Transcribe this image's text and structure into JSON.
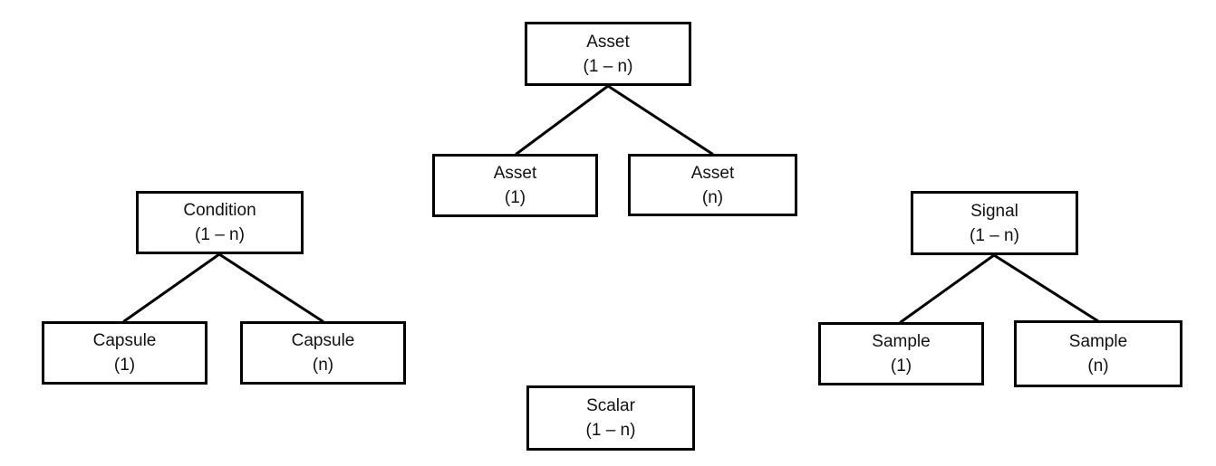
{
  "diagram": {
    "background_color": "#ffffff",
    "stroke_color": "#000000",
    "text_color": "#111111",
    "nodes": {
      "asset_parent": {
        "title": "Asset",
        "multiplicity": "(1 – n)"
      },
      "asset_1": {
        "title": "Asset",
        "multiplicity": "(1)"
      },
      "asset_n": {
        "title": "Asset",
        "multiplicity": "(n)"
      },
      "condition": {
        "title": "Condition",
        "multiplicity": "(1 – n)"
      },
      "capsule_1": {
        "title": "Capsule",
        "multiplicity": "(1)"
      },
      "capsule_n": {
        "title": "Capsule",
        "multiplicity": "(n)"
      },
      "signal": {
        "title": "Signal",
        "multiplicity": "(1 – n)"
      },
      "sample_1": {
        "title": "Sample",
        "multiplicity": "(1)"
      },
      "sample_n": {
        "title": "Sample",
        "multiplicity": "(n)"
      },
      "scalar": {
        "title": "Scalar",
        "multiplicity": "(1 – n)"
      }
    },
    "edges": [
      {
        "from": "asset_parent",
        "to": "asset_1"
      },
      {
        "from": "asset_parent",
        "to": "asset_n"
      },
      {
        "from": "condition",
        "to": "capsule_1"
      },
      {
        "from": "condition",
        "to": "capsule_n"
      },
      {
        "from": "signal",
        "to": "sample_1"
      },
      {
        "from": "signal",
        "to": "sample_n"
      }
    ]
  }
}
